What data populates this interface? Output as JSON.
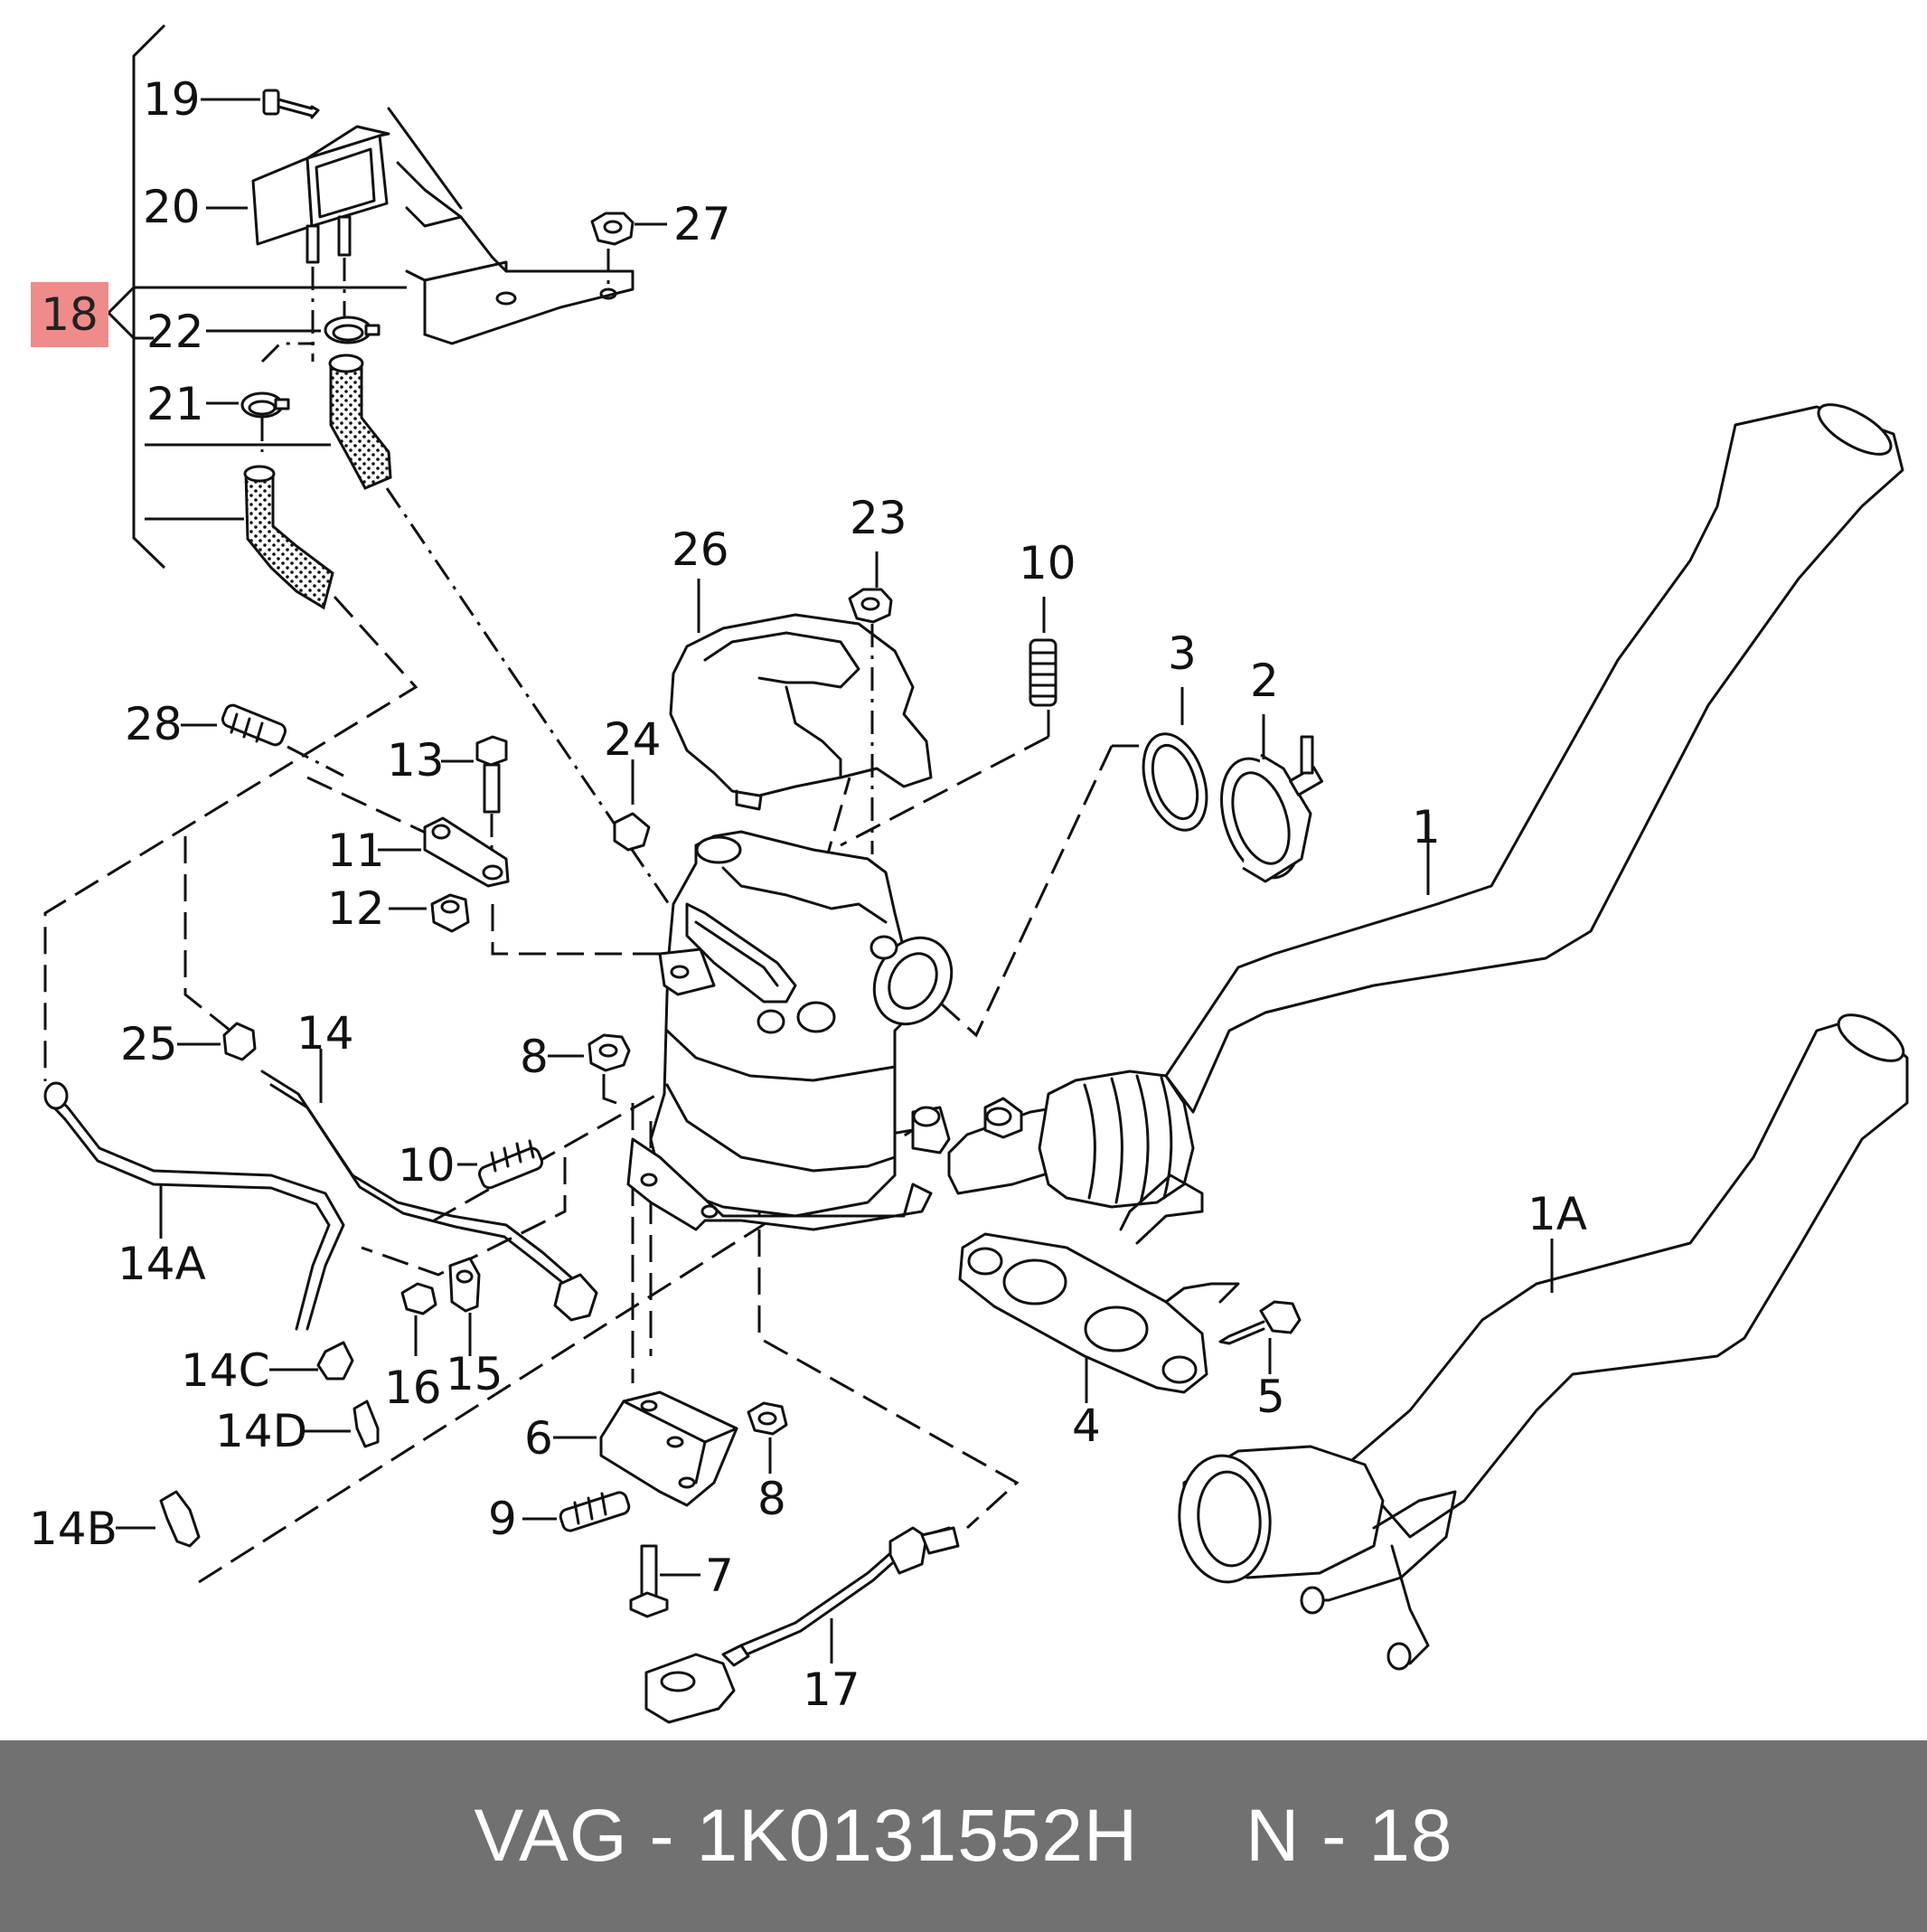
{
  "diagram": {
    "highlighted_callout": "18",
    "highlight_color": "#f08b8b",
    "callouts": {
      "c1": "1",
      "c1A": "1A",
      "c2": "2",
      "c3": "3",
      "c4": "4",
      "c5": "5",
      "c6": "6",
      "c7": "7",
      "c8a": "8",
      "c8b": "8",
      "c9": "9",
      "c10a": "10",
      "c10b": "10",
      "c11": "11",
      "c12": "12",
      "c13": "13",
      "c14": "14",
      "c14A": "14A",
      "c14B": "14B",
      "c14C": "14C",
      "c14D": "14D",
      "c15": "15",
      "c16": "16",
      "c17": "17",
      "c19": "19",
      "c20": "20",
      "c21": "21",
      "c22": "22",
      "c23": "23",
      "c24": "24",
      "c25": "25",
      "c26": "26",
      "c27": "27",
      "c28": "28"
    }
  },
  "footer": {
    "text": "VAG - 1K0131552H     N - 18",
    "background": "#717171",
    "color": "#ffffff"
  }
}
